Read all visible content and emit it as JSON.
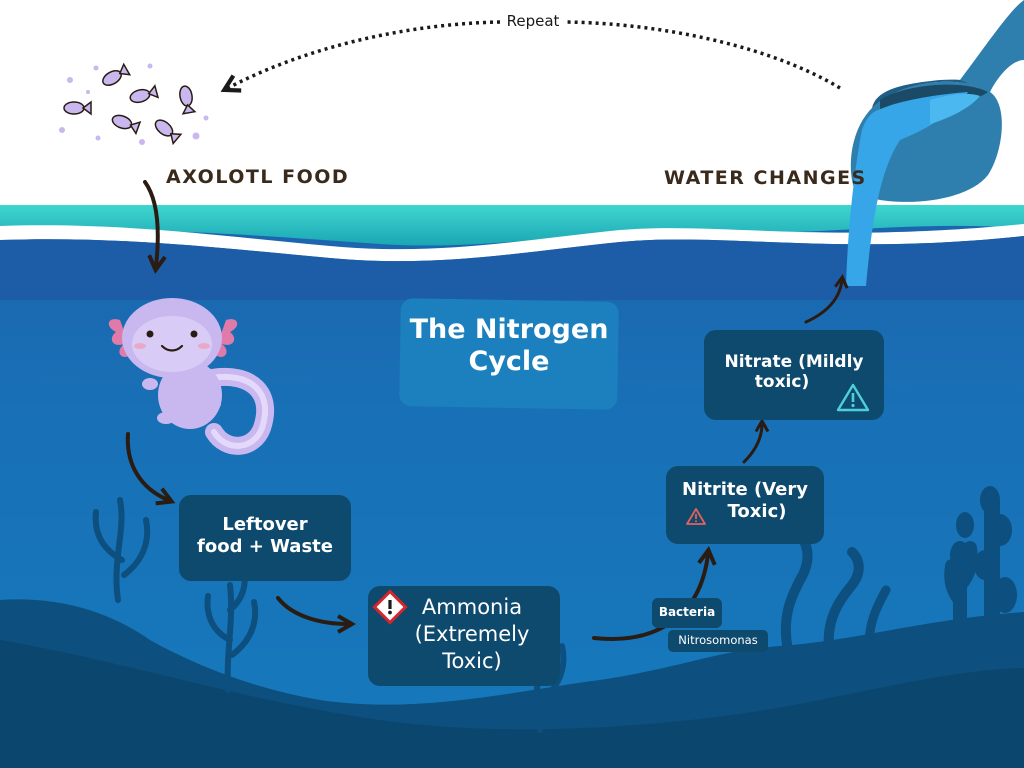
{
  "diagram": {
    "repeat_label": "Repeat",
    "food_label": "AXOLOTL FOOD",
    "water_label": "WATER CHANGES",
    "title_line1": "The Nitrogen",
    "title_line2": "Cycle",
    "waste_line1": "Leftover",
    "waste_line2": "food + Waste",
    "ammonia_line1": "Ammonia",
    "ammonia_line2": "(Extremely",
    "ammonia_line3": "Toxic)",
    "nitrite_line1": "Nitrite (Very",
    "nitrite_line2": "Toxic)",
    "nitrate_line1": "Nitrate (Mildly",
    "nitrate_line2": "toxic)",
    "bacteria_label": "Bacteria",
    "bacteria_name": "Nitrosomonas"
  },
  "colors": {
    "water_surface": "#2ac4c4",
    "water_deep": "#0d4f7e",
    "box": "#0e4a6e",
    "arrow": "#2a1c12",
    "axolotl": "#c9b8ef",
    "gill": "#e07aa8",
    "pitcher": "#2f7fae",
    "pour": "#36a6e8"
  },
  "icons": [
    "fish-icon",
    "hazard-diamond-icon",
    "warning-triangle-icon",
    "axolotl-icon",
    "pitcher-icon"
  ]
}
